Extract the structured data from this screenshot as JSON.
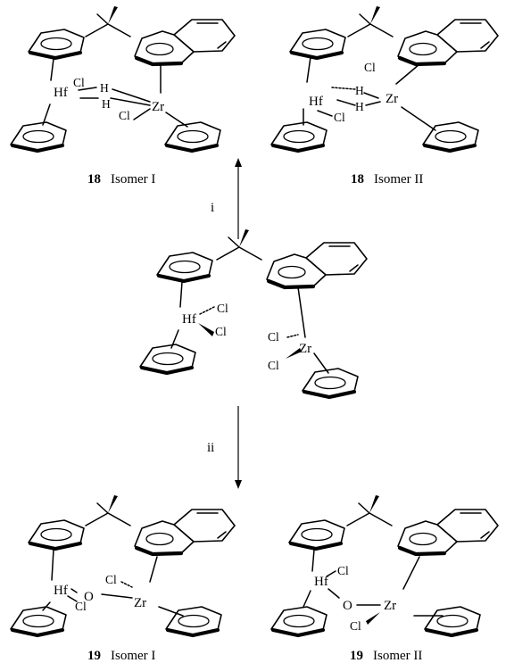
{
  "atoms": {
    "hf": "Hf",
    "zr": "Zr",
    "cl": "Cl",
    "h": "H",
    "o": "O"
  },
  "steps": {
    "top": "i",
    "bottom": "ii"
  },
  "captions": {
    "c18a": {
      "num": "18",
      "label": "Isomer I"
    },
    "c18b": {
      "num": "18",
      "label": "Isomer II"
    },
    "c19a": {
      "num": "19",
      "label": "Isomer I"
    },
    "c19b": {
      "num": "19",
      "label": "Isomer II"
    }
  }
}
